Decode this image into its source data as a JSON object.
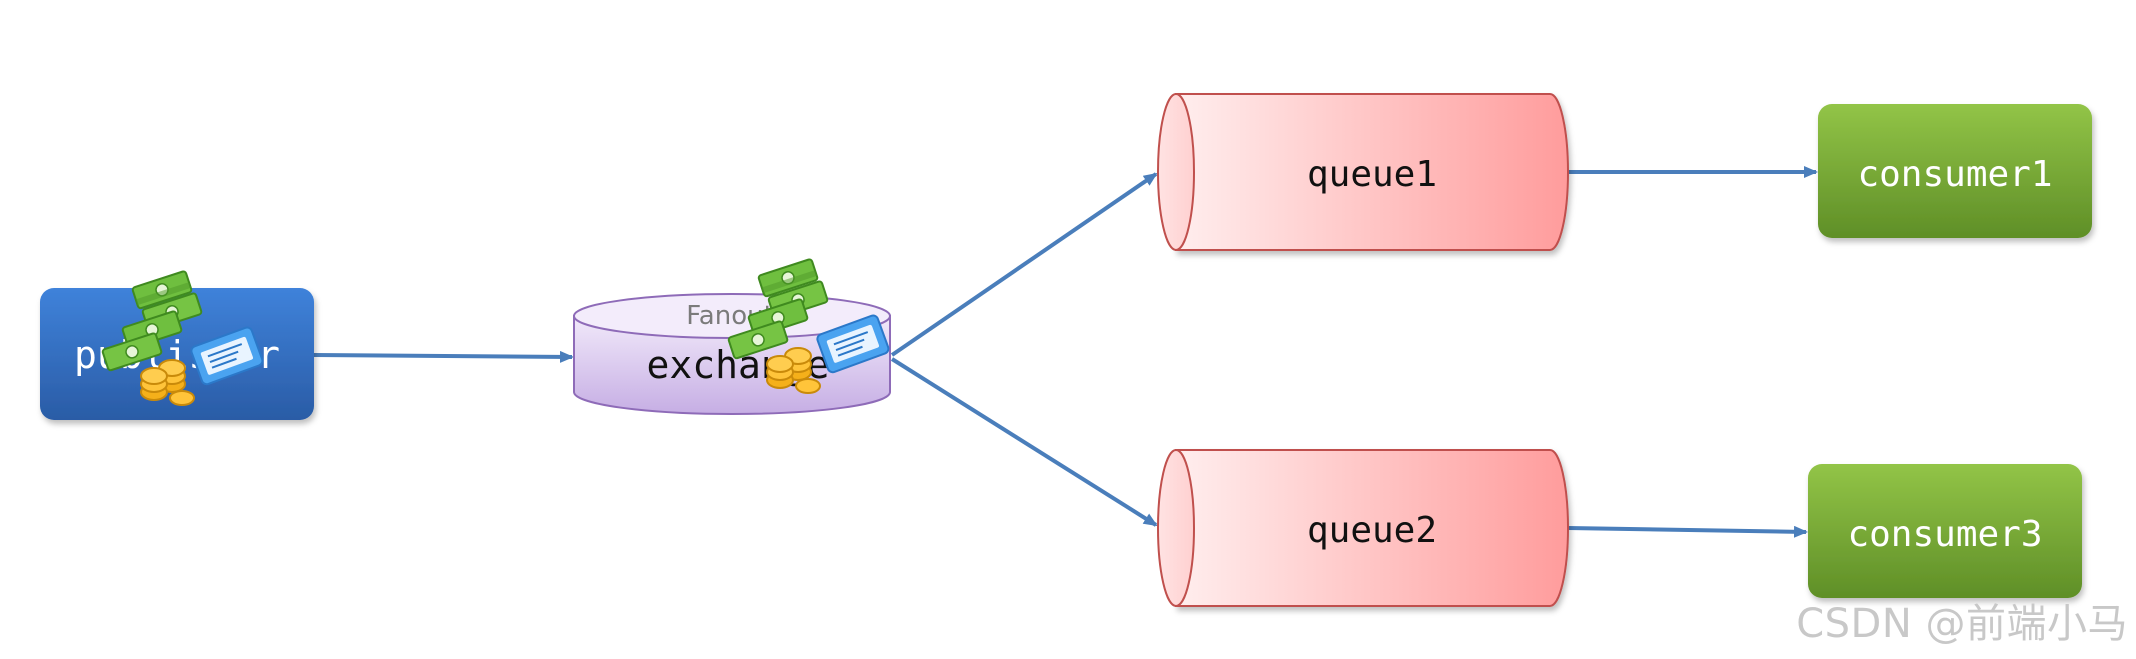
{
  "nodes": {
    "publisher": {
      "label": "publisher",
      "color_top": "#3d7ed6",
      "color_bottom": "#2a5ea8"
    },
    "exchange": {
      "label": "exchange",
      "type_label": "Fanout",
      "fill_top": "#ece2f7",
      "fill_bottom": "#c9b2e6",
      "stroke": "#8e6bb8"
    },
    "queue1": {
      "label": "queue1"
    },
    "queue2": {
      "label": "queue2"
    },
    "consumer1": {
      "label": "consumer1"
    },
    "consumer3": {
      "label": "consumer3"
    }
  },
  "colors": {
    "arrow": "#4a7ebb",
    "queue_light": "#ffeaea",
    "queue_dark": "#ff9f9f",
    "queue_stroke": "#c0504d",
    "consumer_top": "#8fc043",
    "consumer_bottom": "#5e8f25"
  },
  "icons": [
    "money-stack-icon",
    "coins-icon",
    "ticket-icon"
  ],
  "watermark": "CSDN @前端小马"
}
